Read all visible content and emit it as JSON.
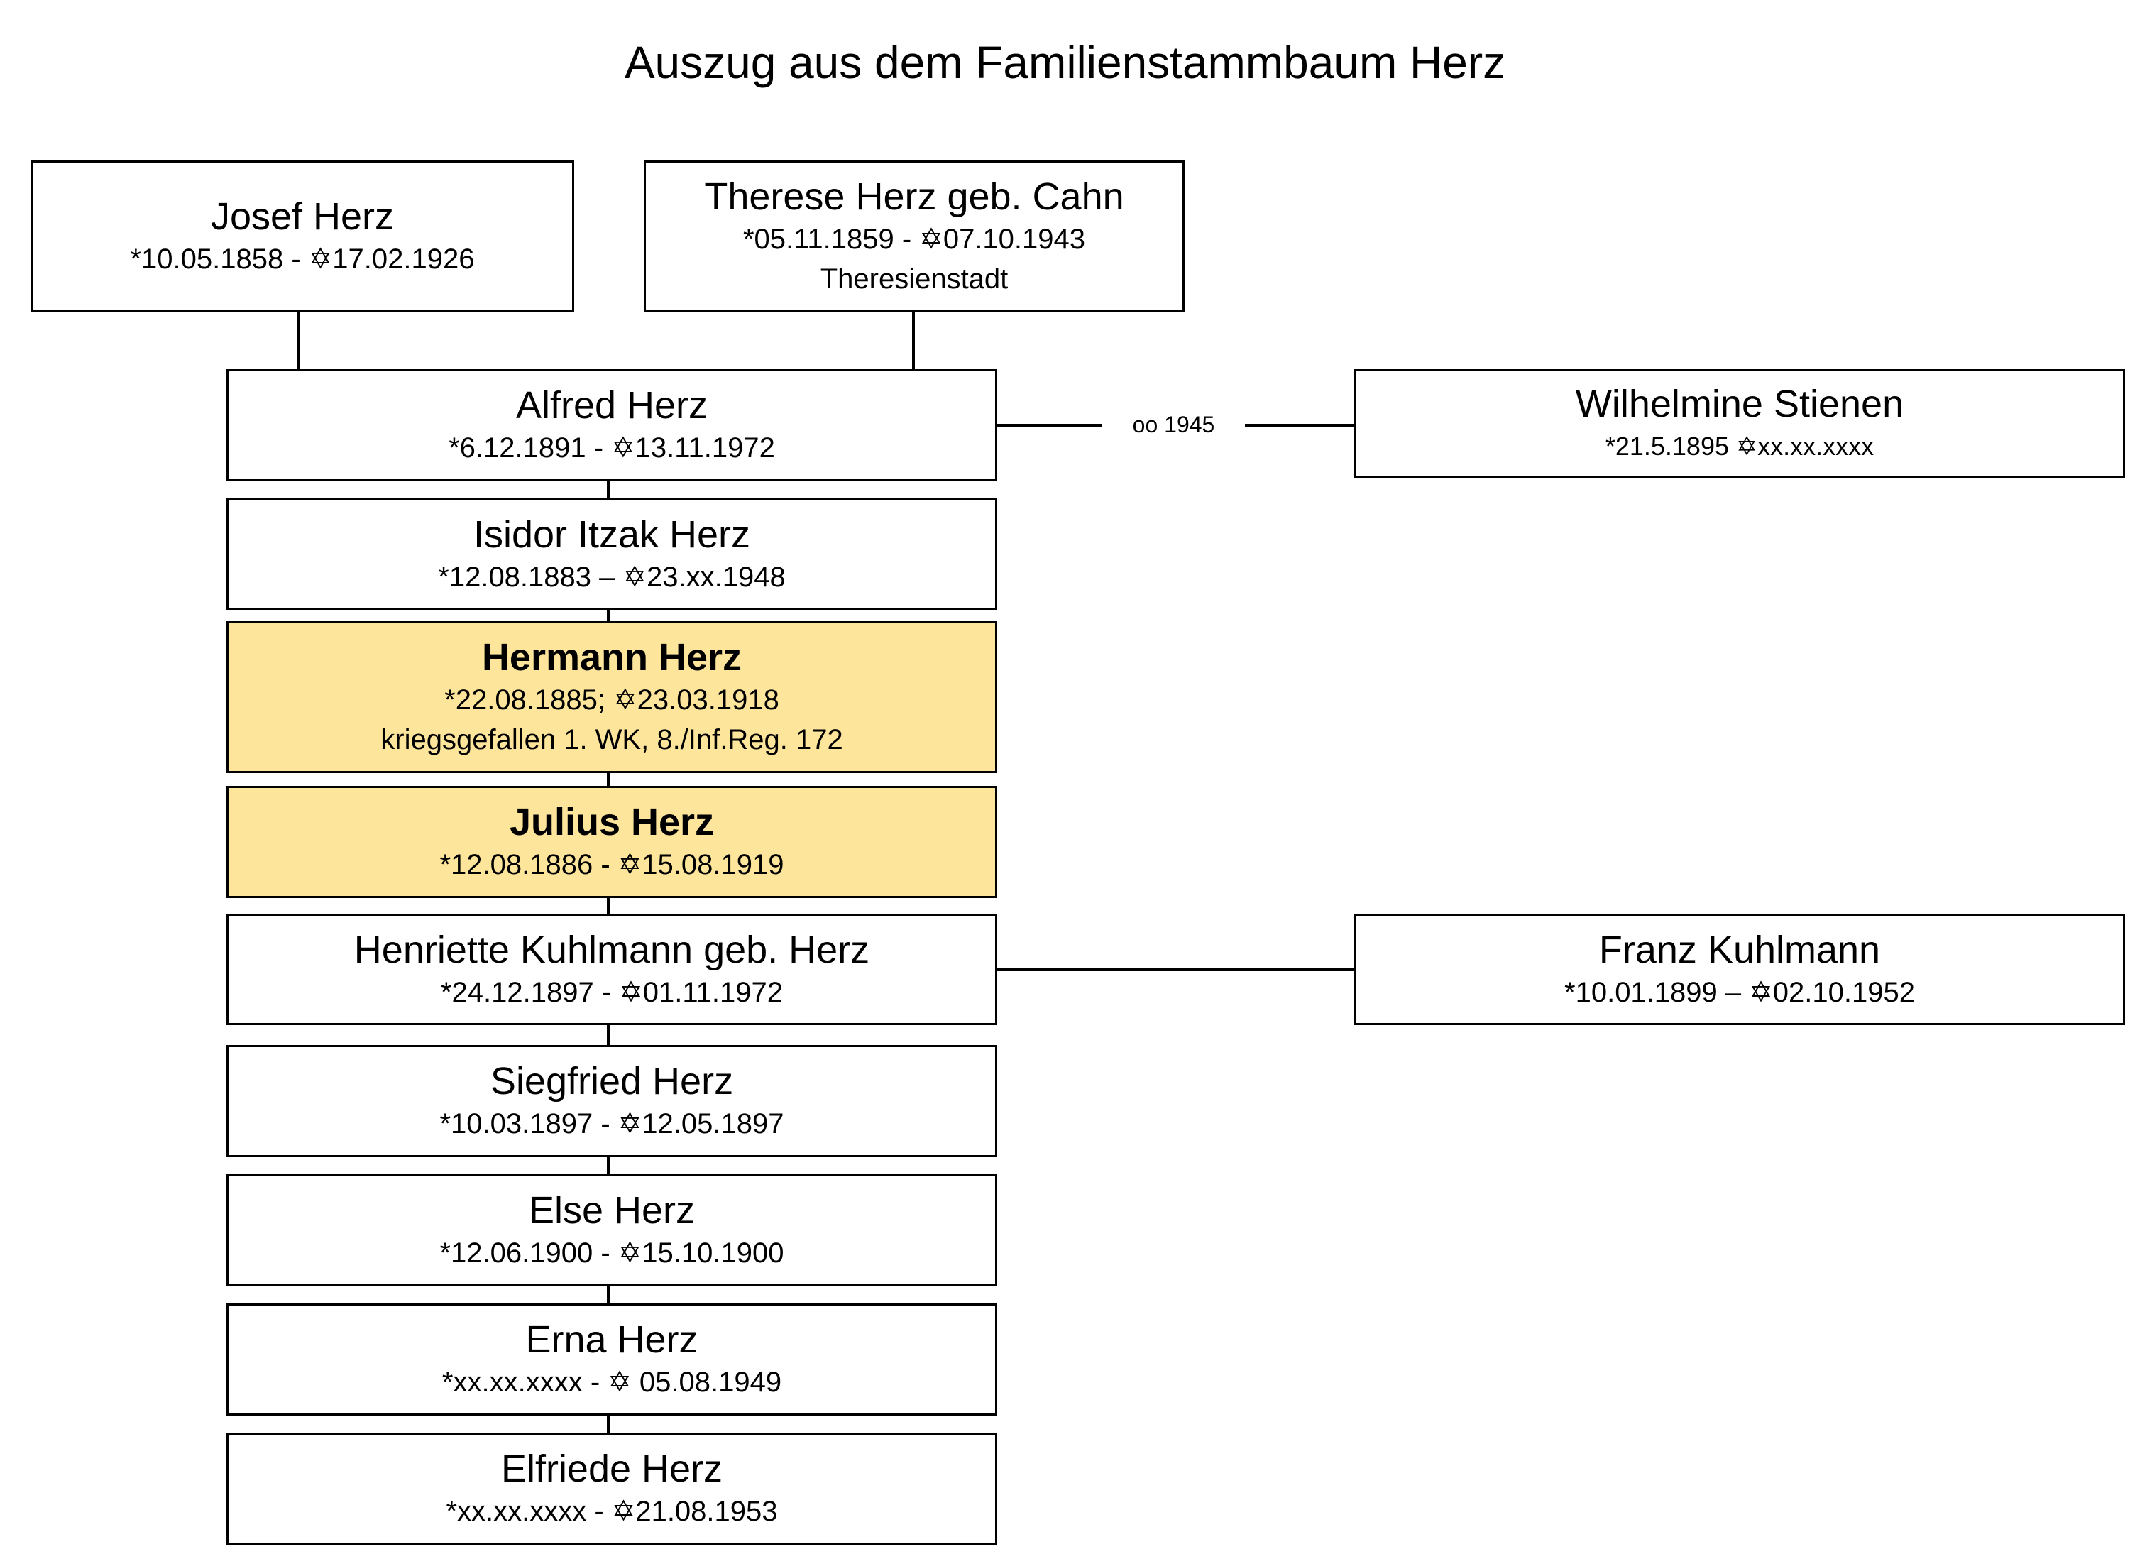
{
  "title": "Auszug aus dem Familienstammbaum Herz",
  "highlight_color": "#fde59b",
  "parents": {
    "father": {
      "name": "Josef Herz",
      "dates": "*10.05.1858 - ✡17.02.1926"
    },
    "mother": {
      "name": "Therese Herz geb. Cahn",
      "dates": "*05.11.1859 - ✡07.10.1943",
      "note": "Theresienstadt"
    }
  },
  "children": [
    {
      "name": "Alfred Herz",
      "dates": "*6.12.1891 - ✡13.11.1972"
    },
    {
      "name": "Isidor Itzak Herz",
      "dates": "*12.08.1883 – ✡23.xx.1948"
    },
    {
      "name": "Hermann Herz",
      "dates": "*22.08.1885; ✡23.03.1918",
      "note": "kriegsgefallen 1. WK, 8./Inf.Reg. 172",
      "highlighted": true
    },
    {
      "name": "Julius Herz",
      "dates": "*12.08.1886 - ✡15.08.1919",
      "highlighted": true
    },
    {
      "name": "Henriette Kuhlmann geb. Herz",
      "dates": "*24.12.1897 - ✡01.11.1972"
    },
    {
      "name": "Siegfried Herz",
      "dates": "*10.03.1897 - ✡12.05.1897"
    },
    {
      "name": "Else Herz",
      "dates": "*12.06.1900 - ✡15.10.1900"
    },
    {
      "name": "Erna Herz",
      "dates": "*xx.xx.xxxx - ✡ 05.08.1949"
    },
    {
      "name": "Elfriede Herz",
      "dates": "*xx.xx.xxxx - ✡21.08.1953"
    }
  ],
  "spouses": {
    "wilhelmine": {
      "name": "Wilhelmine Stienen",
      "dates": "*21.5.1895 ✡xx.xx.xxxx",
      "marriage_label": "oo 1945"
    },
    "franz": {
      "name": "Franz Kuhlmann",
      "dates": "*10.01.1899 – ✡02.10.1952"
    }
  }
}
